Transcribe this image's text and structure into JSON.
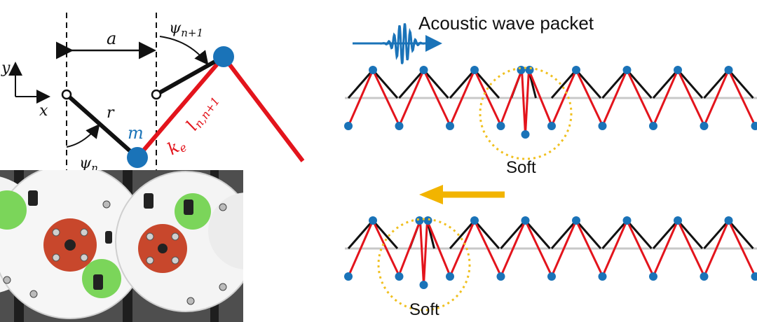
{
  "colors": {
    "black": "#111111",
    "red": "#e3141c",
    "blue": "#1a73b8",
    "gray": "#c8c8c8",
    "gold": "#f2b400",
    "dotted": "#f0c020",
    "photo_bg": "#5a5a5a",
    "disk": "#f2f2f2",
    "hub": "#c8472c",
    "pad": "#7bd55a"
  },
  "schematic": {
    "label_a": "a",
    "label_r": "r",
    "label_m": "m",
    "psi_symbol": "ψ",
    "psi_n_sub": "n",
    "psi_n1_sub": "n+1",
    "ke_main": "k",
    "ke_sub": "e",
    "l_main": "l",
    "l_sub": "n,n+1",
    "axis_x": "x",
    "axis_y": "y"
  },
  "right_panel": {
    "wave_label": "Acoustic wave packet",
    "soft_top": "Soft",
    "soft_bottom": "Soft"
  },
  "chains": [
    {
      "name": "top",
      "soft_index": 3,
      "units": 8
    },
    {
      "name": "bottom",
      "soft_index": 1,
      "units": 8
    }
  ],
  "icons": {
    "wave_packet": "wave-packet-icon",
    "arrow": "direction-arrow-icon"
  }
}
